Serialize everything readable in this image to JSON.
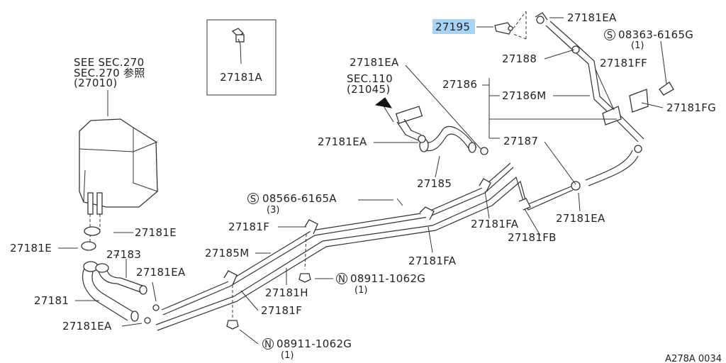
{
  "diagram": {
    "code": "A278A 0034",
    "highlight_color": "#a7d3f5",
    "labels": {
      "p27195": "27195",
      "p27181EA_top": "27181EA",
      "p08363": "08363-6165G",
      "p08363_qty": "(1)",
      "p27181A": "27181A",
      "see1": "SEE SEC.270",
      "see2": "SEC.270 参照",
      "see3": "(27010)",
      "p27188": "27188",
      "p27181EA_mid": "27181EA",
      "sec110": "SEC.110",
      "sec110_ref": "(21045)",
      "p27186": "27186",
      "p27181FF": "27181FF",
      "p27186M": "27186M",
      "p27181FG": "27181FG",
      "p27181EA_left": "27181EA",
      "p27187": "27187",
      "p27185": "27185",
      "p08566": "08566-6165A",
      "p08566_qty": "(3)",
      "p27181F_a": "27181F",
      "p27181FA_a": "27181FA",
      "p27181EA_right": "27181EA",
      "p27181E_r": "27181E",
      "p27181FB": "27181FB",
      "p27181E_l": "27181E",
      "p27185M": "27185M",
      "p27181FA_b": "27181FA",
      "p27183": "27183",
      "p27181EA_l2": "27181EA",
      "p08911_a": "08911-1062G",
      "p08911_a_qty": "(1)",
      "p27181H": "27181H",
      "p27181": "27181",
      "p27181F_b": "27181F",
      "p27181EA_bot": "27181EA",
      "p08911_b": "08911-1062G",
      "p08911_b_qty": "(1)",
      "sym_s": "S",
      "sym_n": "N"
    }
  }
}
